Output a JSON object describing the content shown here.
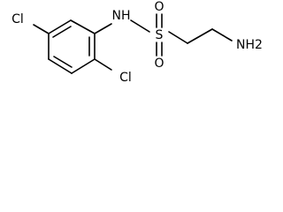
{
  "molecule": {
    "atoms": {
      "cl_top": "Cl",
      "nh": "NH",
      "s": "S",
      "o_top": "O",
      "o_bottom": "O",
      "nh2": "NH2",
      "cl_bottom": "Cl"
    },
    "colors": {
      "bond": "#000000",
      "label": "#000000",
      "background": "#ffffff"
    }
  }
}
